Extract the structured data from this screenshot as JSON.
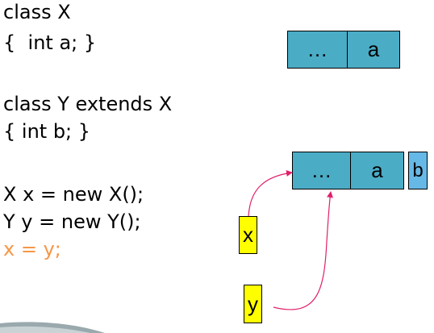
{
  "code": {
    "line1": "class X",
    "line2": "{  int a; }",
    "line3": "class Y extends X",
    "line4": "{ int b; }",
    "line5": "X x = new X();",
    "line6": "Y y = new Y();",
    "line7": "x = y;"
  },
  "object_x": {
    "cell1": "…",
    "cell2": "a"
  },
  "object_y": {
    "cell1": "…",
    "cell2": "a",
    "extra": "b"
  },
  "refs": {
    "x_label": "x",
    "y_label": "y"
  },
  "colors": {
    "cell_fill": "#4bacc6",
    "extra_fill": "#66b8e6",
    "ref_fill": "#ffff00",
    "highlight_text": "#f79646",
    "arrow": "#e0206a"
  }
}
